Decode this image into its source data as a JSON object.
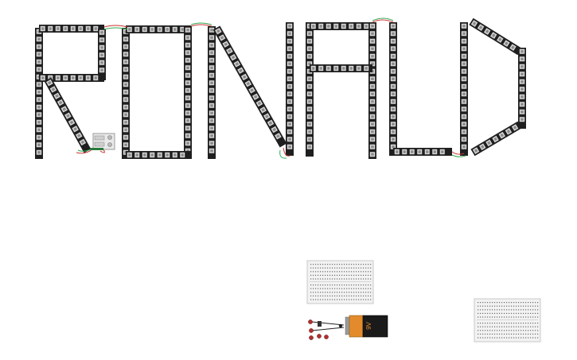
{
  "letters": [
    "R",
    "O",
    "N",
    "A",
    "L",
    "D"
  ],
  "components": {
    "led_strip": {
      "color_hex": "#1f1f1f",
      "led_color_hex": "#d8d8d8",
      "icon": "led-strip-icon"
    },
    "power_jack": {
      "icon": "power-jack-icon"
    },
    "breadboards": [
      {
        "icon": "breadboard-icon"
      },
      {
        "icon": "breadboard-icon"
      }
    ],
    "battery": {
      "label": "9V",
      "icon": "battery-icon",
      "color_hex": "#e38b2c"
    },
    "switch": {
      "icon": "switch-icon"
    },
    "wire_colors": [
      "#cc3333",
      "#33aa55"
    ]
  }
}
